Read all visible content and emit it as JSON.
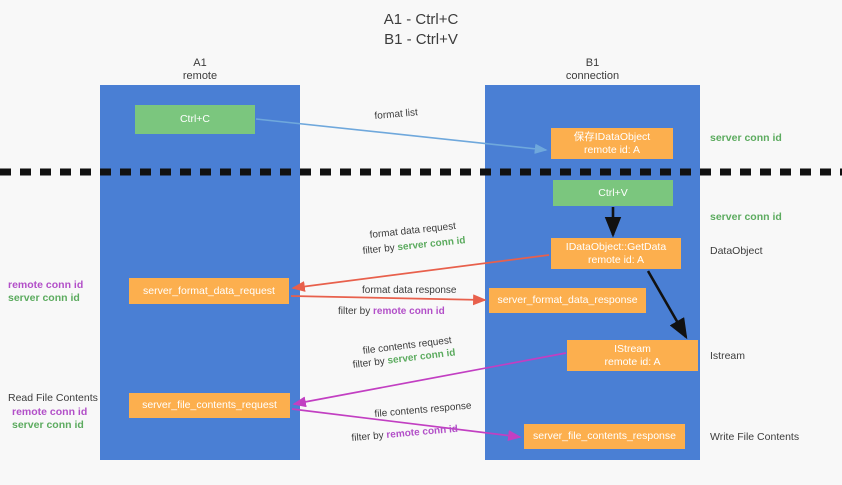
{
  "title": "A1 - Ctrl+C\nB1 - Ctrl+V",
  "lanes": {
    "a": {
      "name": "A1",
      "subtitle": "remote"
    },
    "b": {
      "name": "B1",
      "subtitle": "connection"
    }
  },
  "nodes": {
    "ctrl_c": {
      "label": "Ctrl+C",
      "color": "#7bc67e"
    },
    "save_idataobject": {
      "line1": "保存IDataObject",
      "line2": "remote id: A",
      "color": "#fcaf4e"
    },
    "ctrl_v": {
      "label": "Ctrl+V",
      "color": "#7bc67e"
    },
    "getdata": {
      "line1": "IDataObject::GetData",
      "line2": "remote id: A",
      "color": "#fcaf4e"
    },
    "server_format_data_request": {
      "label": "server_format_data_request",
      "color": "#fcaf4e"
    },
    "server_format_data_response": {
      "label": "server_format_data_response",
      "color": "#fcaf4e"
    },
    "istream": {
      "line1": "IStream",
      "line2": "remote id: A",
      "color": "#fcaf4e"
    },
    "server_file_contents_request": {
      "label": "server_file_contents_request",
      "color": "#fcaf4e"
    },
    "server_file_contents_response": {
      "label": "server_file_contents_response",
      "color": "#fcaf4e"
    }
  },
  "right_labels": {
    "server_conn_id_1": "server conn id",
    "server_conn_id_2": "server conn id",
    "dataobject": "DataObject",
    "istream": "Istream",
    "write_file_contents": "Write File Contents"
  },
  "left_labels": {
    "remote_conn_id_1": "remote conn id",
    "server_conn_id_1": "server conn id",
    "read_file_contents": "Read File Contents",
    "remote_conn_id_2": "remote conn id",
    "server_conn_id_2": "server conn id"
  },
  "edge_labels": {
    "format_list": "format list",
    "format_data_request": "format data request",
    "filter_by": "filter by ",
    "server_conn_id": "server conn id",
    "remote_conn_id": "remote conn id",
    "format_data_response": "format data response",
    "file_contents_request": "file contents request",
    "file_contents_response": "file contents response"
  },
  "colors": {
    "lane": "#4a7fd4",
    "green_node": "#7bc67e",
    "orange_node": "#fcaf4e",
    "green_text": "#5cab5f",
    "purple_text": "#b24fc8",
    "arrow_blue": "#6fa8dc",
    "arrow_black": "#111111",
    "arrow_red": "#e8604c",
    "arrow_magenta": "#c23fc2",
    "divider": "#111111",
    "background": "#f8f8f8"
  }
}
